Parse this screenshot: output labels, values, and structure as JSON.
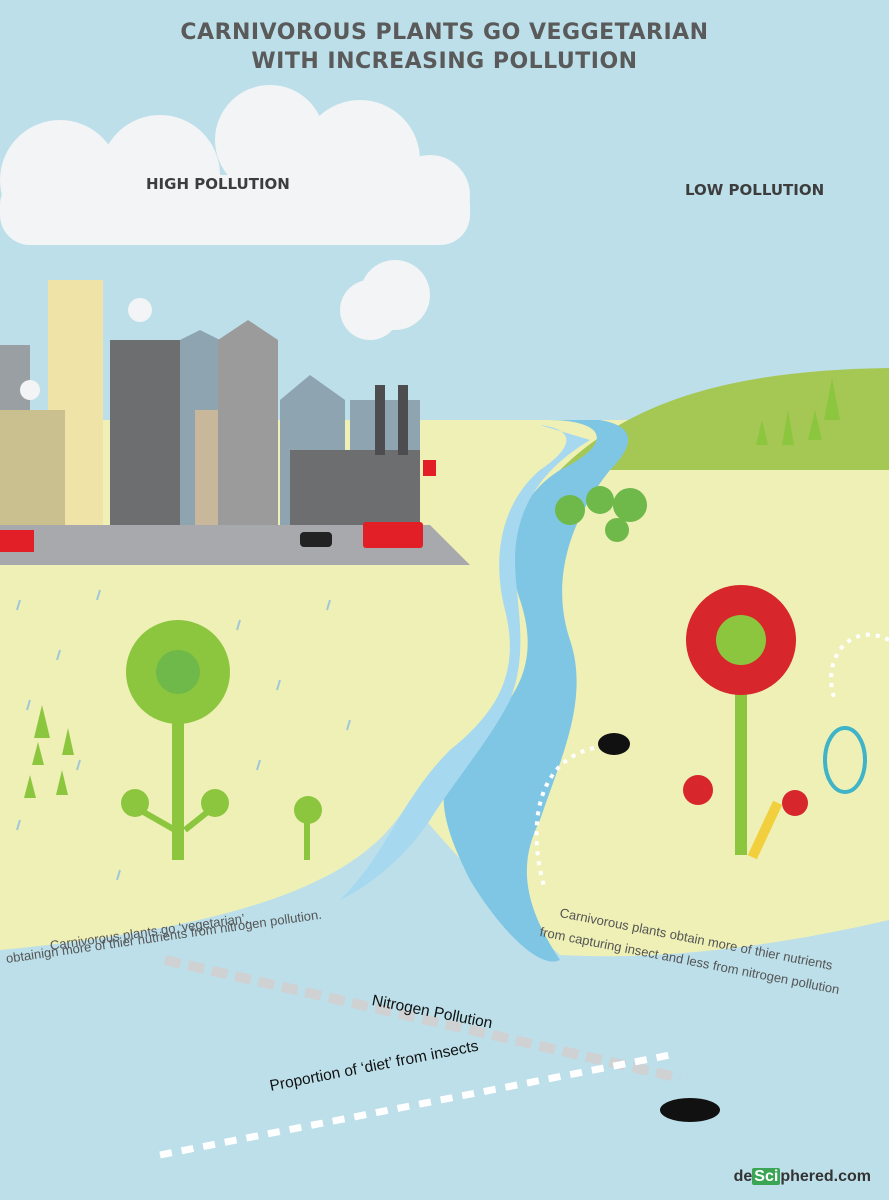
{
  "title": {
    "line1": "CARNIVOROUS PLANTS GO VEGGETARIAN",
    "line2": "WITH INCREASING POLLUTION"
  },
  "regions": {
    "high": "HIGH POLLUTION",
    "low": "LOW POLLUTION"
  },
  "captions": {
    "left_line1": "Carnivorous plants go ‘vegetarian’,",
    "left_line2": "obtainign more of thier nutrients from nitrogen pollution.",
    "right_line1": "Carnivorous plants obtain more of thier nutrients",
    "right_line2": "from capturing insect and less from nitrogen pollution"
  },
  "axes": {
    "nitrogen": "Nitrogen Pollution",
    "insects": "Proportion of ‘diet’ from insects"
  },
  "brand": {
    "prefix": "de",
    "highlight": "Sci",
    "suffix": "phered.com"
  },
  "colors": {
    "sky": "#bcdfe9",
    "ground": "#eef0b6",
    "river": "#7fc6e4",
    "plant_green": "#8cc63f",
    "plant_red": "#d7262c",
    "city_grey": "#6d6e70"
  },
  "icons": [
    "cloud-icon",
    "factory-icon",
    "bus-icon",
    "taxi-icon",
    "tree-icon",
    "fly-icon",
    "net-icon",
    "happy-plant-icon",
    "angry-plant-icon"
  ]
}
